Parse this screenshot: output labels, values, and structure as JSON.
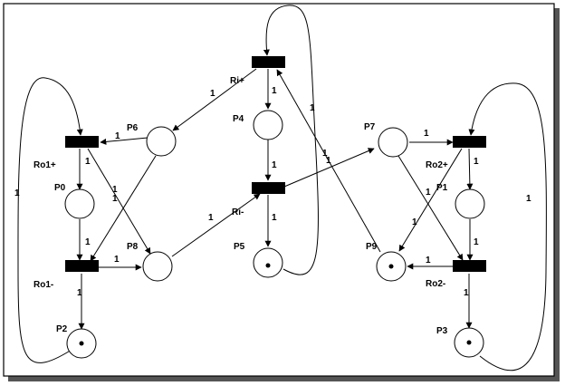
{
  "places": [
    {
      "id": "P0",
      "label": "P0",
      "tokens": 0
    },
    {
      "id": "P1",
      "label": "P1",
      "tokens": 0
    },
    {
      "id": "P2",
      "label": "P2",
      "tokens": 1
    },
    {
      "id": "P3",
      "label": "P3",
      "tokens": 1
    },
    {
      "id": "P4",
      "label": "P4",
      "tokens": 0
    },
    {
      "id": "P5",
      "label": "P5",
      "tokens": 1
    },
    {
      "id": "P6",
      "label": "P6",
      "tokens": 0
    },
    {
      "id": "P7",
      "label": "P7",
      "tokens": 0
    },
    {
      "id": "P8",
      "label": "P8",
      "tokens": 0
    },
    {
      "id": "P9",
      "label": "P9",
      "tokens": 1
    }
  ],
  "transitions": [
    {
      "id": "Ro1+",
      "label": "Ro1+"
    },
    {
      "id": "Ro1-",
      "label": "Ro1-"
    },
    {
      "id": "Ri+",
      "label": "Ri+"
    },
    {
      "id": "Ri-",
      "label": "Ri-"
    },
    {
      "id": "Ro2+",
      "label": "Ro2+"
    },
    {
      "id": "Ro2-",
      "label": "Ro2-"
    }
  ],
  "arcs": [
    {
      "from": "P6",
      "to": "Ro1+",
      "weight": "1"
    },
    {
      "from": "Ro1+",
      "to": "P0",
      "weight": "1"
    },
    {
      "from": "P0",
      "to": "Ro1-",
      "weight": "1"
    },
    {
      "from": "P6",
      "to": "Ro1-",
      "weight": "1"
    },
    {
      "from": "Ro1+",
      "to": "P8",
      "weight": "1"
    },
    {
      "from": "Ro1-",
      "to": "P8",
      "weight": "1"
    },
    {
      "from": "Ro1-",
      "to": "P2",
      "weight": "1"
    },
    {
      "from": "P2",
      "to": "Ro1+",
      "weight": "1"
    },
    {
      "from": "Ri+",
      "to": "P6",
      "weight": "1"
    },
    {
      "from": "Ri+",
      "to": "P4",
      "weight": "1"
    },
    {
      "from": "P4",
      "to": "Ri-",
      "weight": "1"
    },
    {
      "from": "P8",
      "to": "Ri-",
      "weight": "1"
    },
    {
      "from": "Ri-",
      "to": "P5",
      "weight": "1"
    },
    {
      "from": "P5",
      "to": "Ri+",
      "weight": "1"
    },
    {
      "from": "Ri-",
      "to": "P7",
      "weight": "1"
    },
    {
      "from": "P9",
      "to": "Ri+",
      "weight": "1"
    },
    {
      "from": "P7",
      "to": "Ro2+",
      "weight": "1"
    },
    {
      "from": "Ro2+",
      "to": "P1",
      "weight": "1"
    },
    {
      "from": "P1",
      "to": "Ro2-",
      "weight": "1"
    },
    {
      "from": "P7",
      "to": "Ro2-",
      "weight": "1"
    },
    {
      "from": "Ro2+",
      "to": "P9",
      "weight": "1"
    },
    {
      "from": "Ro2-",
      "to": "P9",
      "weight": "1"
    },
    {
      "from": "Ro2-",
      "to": "P3",
      "weight": "1"
    },
    {
      "from": "P3",
      "to": "Ro2+",
      "weight": "1"
    }
  ]
}
